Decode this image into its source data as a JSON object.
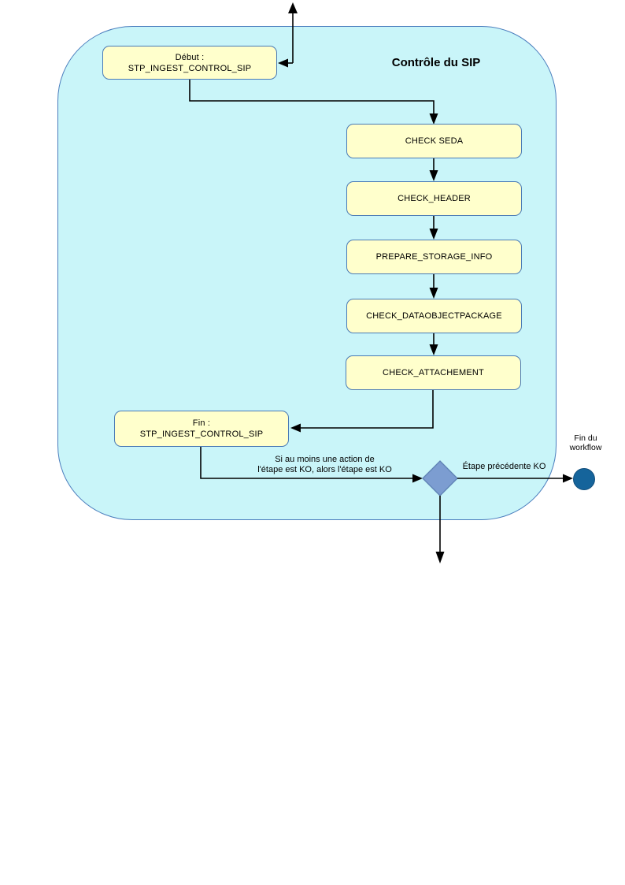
{
  "diagram": {
    "title": "Contrôle du SIP",
    "start_node": {
      "line1": "Début :",
      "line2": "STP_INGEST_CONTROL_SIP"
    },
    "steps": [
      {
        "label": "CHECK SEDA"
      },
      {
        "label": "CHECK_HEADER"
      },
      {
        "label": "PREPARE_STORAGE_INFO"
      },
      {
        "label": "CHECK_DATAOBJECTPACKAGE"
      },
      {
        "label": "CHECK_ATTACHEMENT"
      }
    ],
    "end_node": {
      "line1": "Fin :",
      "line2": "STP_INGEST_CONTROL_SIP"
    },
    "labels": {
      "ko_condition_line1": "Si au moins une action de",
      "ko_condition_line2": "l'étape est KO, alors l'étape est KO",
      "previous_step_ko": "Étape précédente KO",
      "end_workflow_line1": "Fin du",
      "end_workflow_line2": "workflow"
    },
    "colors": {
      "container_fill": "#C9F5F9",
      "container_border": "#4A7DBD",
      "node_fill": "#FFFFCC",
      "node_border": "#4A7AB5",
      "diamond_fill": "#7C9DD1",
      "diamond_border": "#5E82B4",
      "end_circle_fill": "#15649B",
      "arrow_color": "#000000"
    }
  }
}
